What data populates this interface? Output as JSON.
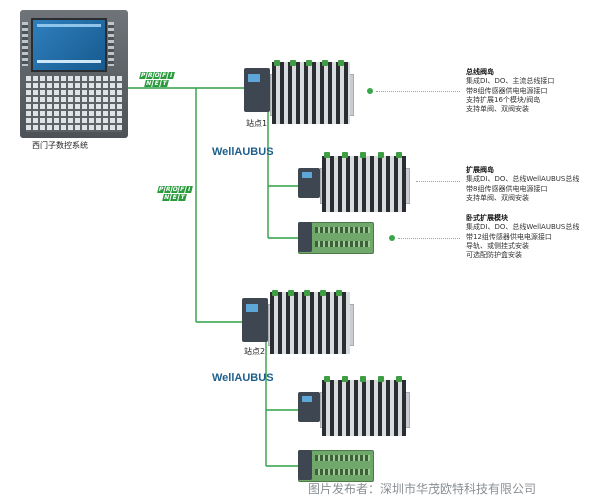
{
  "cnc_label": "西门子数控系统",
  "profinet_logo": [
    "PROFI",
    "NET"
  ],
  "station1_label": "站点1",
  "station2_label": "站点2",
  "bus_label_1": "WellAUBUS",
  "bus_label_2": "WellAUBUS",
  "descriptions": [
    {
      "title": "总线阀岛",
      "lines": [
        "集成DI、DO、主流总线接口",
        "带8组传感器供电电源接口",
        "支持扩展16个模块/阀岛",
        "支持单阀、双阀安装"
      ]
    },
    {
      "title": "扩展阀岛",
      "lines": [
        "集成DI、DO、总线WellAUBUS总线",
        "带8组传感器供电电源接口",
        "支持单阀、双阀安装"
      ]
    },
    {
      "title": "卧式扩展模块",
      "lines": [
        "集成DI、DO、总线WellAUBUS总线",
        "带12组传感器供电电源接口",
        "导轨、或侧挂式安装",
        "可选配防护盒安装"
      ]
    }
  ],
  "watermark": "图片发布者：深圳市华茂欧特科技有限公司",
  "colors": {
    "link_line": "#2fa043",
    "dot": "#3aa64a",
    "bus_text": "#1e5f8c",
    "profinet": "#2a9a3d"
  }
}
